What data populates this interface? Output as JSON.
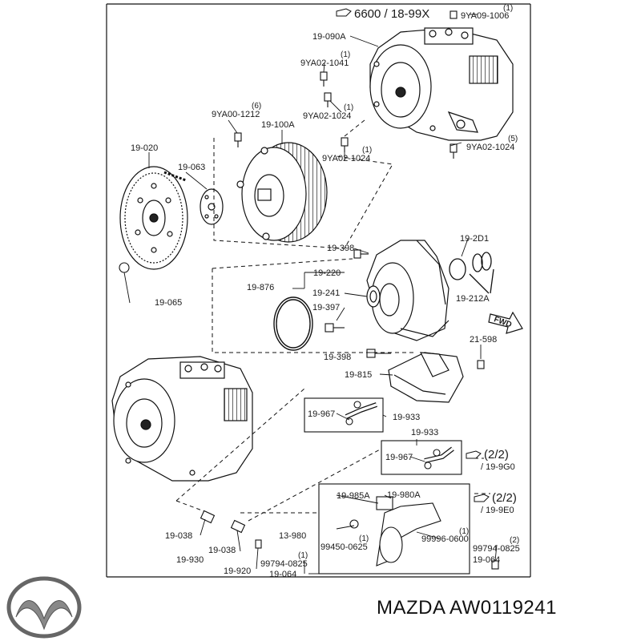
{
  "brand": {
    "name": "MAZDA",
    "part_number": "AW0119241"
  },
  "labels": {
    "ref_6600": "6600 / 18-99X",
    "c_09_1006": "(1)",
    "p_09_1006": "9YA09-1006",
    "p_19_090A": "19-090A",
    "c_02_1041": "(1)",
    "p_02_1041": "9YA02-1041",
    "c_00_1212": "(6)",
    "p_00_1212": "9YA00-1212",
    "c_02_1024a": "(1)",
    "p_02_1024a": "9YA02-1024",
    "p_19_100A": "19-100A",
    "p_19_020": "19-020",
    "p_19_063": "19-063",
    "c_02_1024b": "(1)",
    "p_02_1024b": "9YA02-1024",
    "c_02_1024c": "(5)",
    "p_02_1024c": "9YA02-1024",
    "p_19_065": "19-065",
    "p_19_398a": "19-398",
    "p_19_2D1": "19-2D1",
    "p_19_220": "19-220",
    "p_19_876": "19-876",
    "p_19_241": "19-241",
    "p_19_397": "19-397",
    "p_19_212A": "19-212A",
    "fwd": "FWD",
    "p_21_598": "21-598",
    "p_19_398b": "19-398",
    "p_19_815": "19-815",
    "p_19_967a": "19-967",
    "p_19_933a": "19-933",
    "p_19_933b": "19-933",
    "p_19_967b": "19-967",
    "ref_2_2a": "(2/2)",
    "ref_19_9G0": "/ 19-9G0",
    "p_19_985A": "19-985A",
    "p_19_980A": "19-980A",
    "ref_2_2b": "(2/2)",
    "ref_19_9E0": "/ 19-9E0",
    "p_13_980": "13-980",
    "p_19_038a": "19-038",
    "c_99450": "(1)",
    "p_99450": "99450-0625",
    "c_99996": "(1)",
    "p_99996": "99996-0600",
    "c_99794b": "(2)",
    "p_99794b": "99794-0825",
    "p_19_064b": "19-064",
    "p_19_930": "19-930",
    "p_19_038b": "19-038",
    "c_99794a": "(1)",
    "p_99794a": "99794-0825",
    "p_19_920": "19-920",
    "p_19_064a": "19-064"
  }
}
